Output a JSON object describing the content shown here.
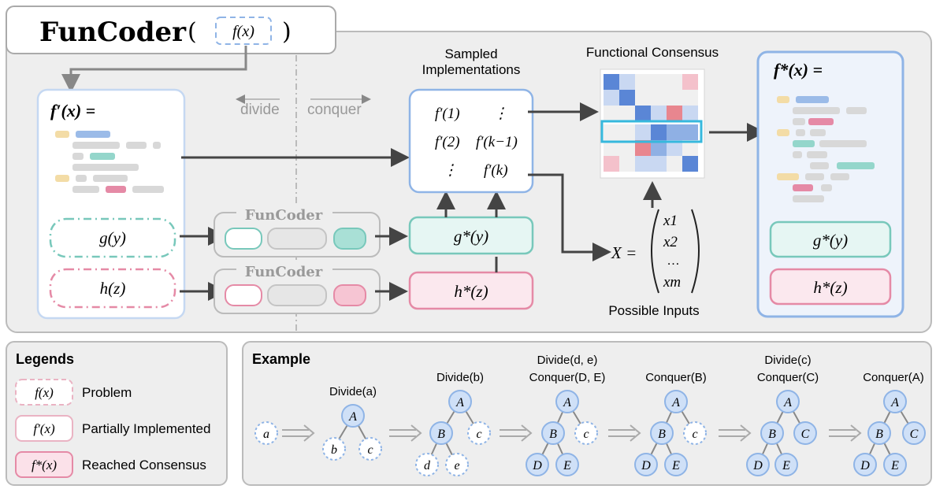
{
  "title": {
    "name": "FunCoder",
    "open_paren": "(",
    "close_paren": ")",
    "arg": "f(x)"
  },
  "main": {
    "divide_label": "divide",
    "conquer_label": "conquer",
    "left_box_title": "f′(x) =",
    "g_label": "g(y)",
    "h_label": "h(z)",
    "funcoder_small_1": "FunCoder",
    "funcoder_small_2": "FunCoder",
    "sampled_title_1": "Sampled",
    "sampled_title_2": "Implementations",
    "sampled": {
      "f1": "f′(1)",
      "dots_top": "⋮",
      "f2": "f′(2)",
      "fk1": "f′(k−1)",
      "dots_left": "⋮",
      "fk": "f′(k)"
    },
    "gstar": "g*(y)",
    "hstar": "h*(z)",
    "consensus_title": "Functional Consensus",
    "inputs": {
      "X": "X =",
      "x1": "x1",
      "x2": "x2",
      "dots": "…",
      "xm": "xm",
      "caption": "Possible Inputs"
    },
    "right_box": {
      "title": "f*(x) =",
      "gstar": "g*(y)",
      "hstar": "h*(z)"
    }
  },
  "legends": {
    "title": "Legends",
    "items": [
      {
        "symbol": "f(x)",
        "label": "Problem"
      },
      {
        "symbol": "f′(x)",
        "label": "Partially Implemented"
      },
      {
        "symbol": "f*(x)",
        "label": "Reached Consensus"
      }
    ]
  },
  "example": {
    "title": "Example",
    "steps": [
      {
        "caption1": "",
        "caption2": ""
      },
      {
        "caption1": "",
        "caption2": "Divide(a)"
      },
      {
        "caption1": "",
        "caption2": "Divide(b)"
      },
      {
        "caption1": "Divide(d, e)",
        "caption2": "Conquer(D, E)"
      },
      {
        "caption1": "",
        "caption2": "Conquer(B)"
      },
      {
        "caption1": "Divide(c)",
        "caption2": "Conquer(C)"
      },
      {
        "caption1": "",
        "caption2": "Conquer(A)"
      }
    ],
    "nodes": {
      "a": "a",
      "A": "A",
      "b": "b",
      "c": "c",
      "B": "B",
      "d": "d",
      "e": "e",
      "D": "D",
      "E": "E",
      "C": "C"
    }
  },
  "colors": {
    "blue": "#8fb4e6",
    "teal": "#78c8bb",
    "pink": "#e58aa6",
    "gray": "#c8c8c8",
    "arrow": "#444444"
  }
}
